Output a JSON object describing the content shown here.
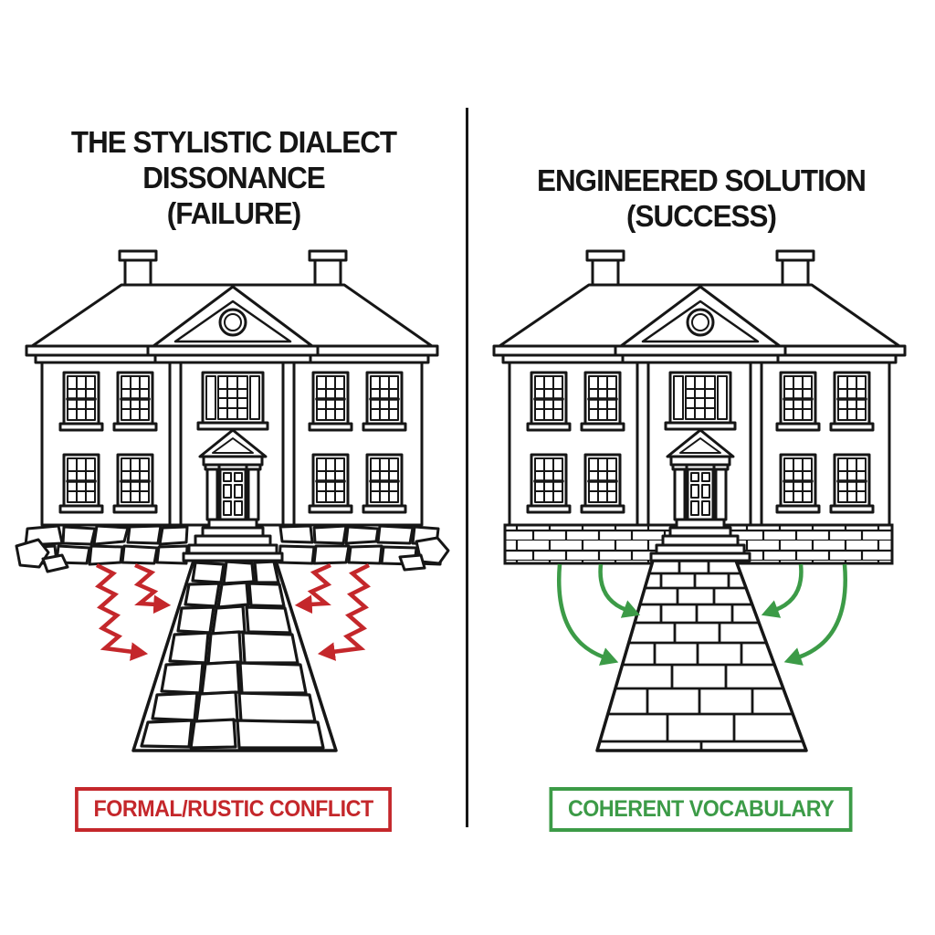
{
  "diagram": {
    "left": {
      "title_lines": [
        "THE STYLISTIC DIALECT",
        "DISSONANCE"
      ],
      "subtitle": "(FAILURE)",
      "caption": "FORMAL/RUSTIC CONFLICT",
      "illustration": "georgian-house-on-rustic-rubble-foundation-with-irregular-flagstone-path",
      "arrows": "red-zigzag-conflict-arrows"
    },
    "right": {
      "title_lines": [
        "ENGINEERED SOLUTION"
      ],
      "subtitle": "(SUCCESS)",
      "caption": "COHERENT VOCABULARY",
      "illustration": "georgian-house-on-coursed-brick-foundation-with-regular-paver-path",
      "arrows": "green-flow-arrows"
    },
    "colors": {
      "failure_accent": "#c4272b",
      "success_accent": "#3c9b47",
      "line": "#161616",
      "background": "#ffffff"
    }
  }
}
